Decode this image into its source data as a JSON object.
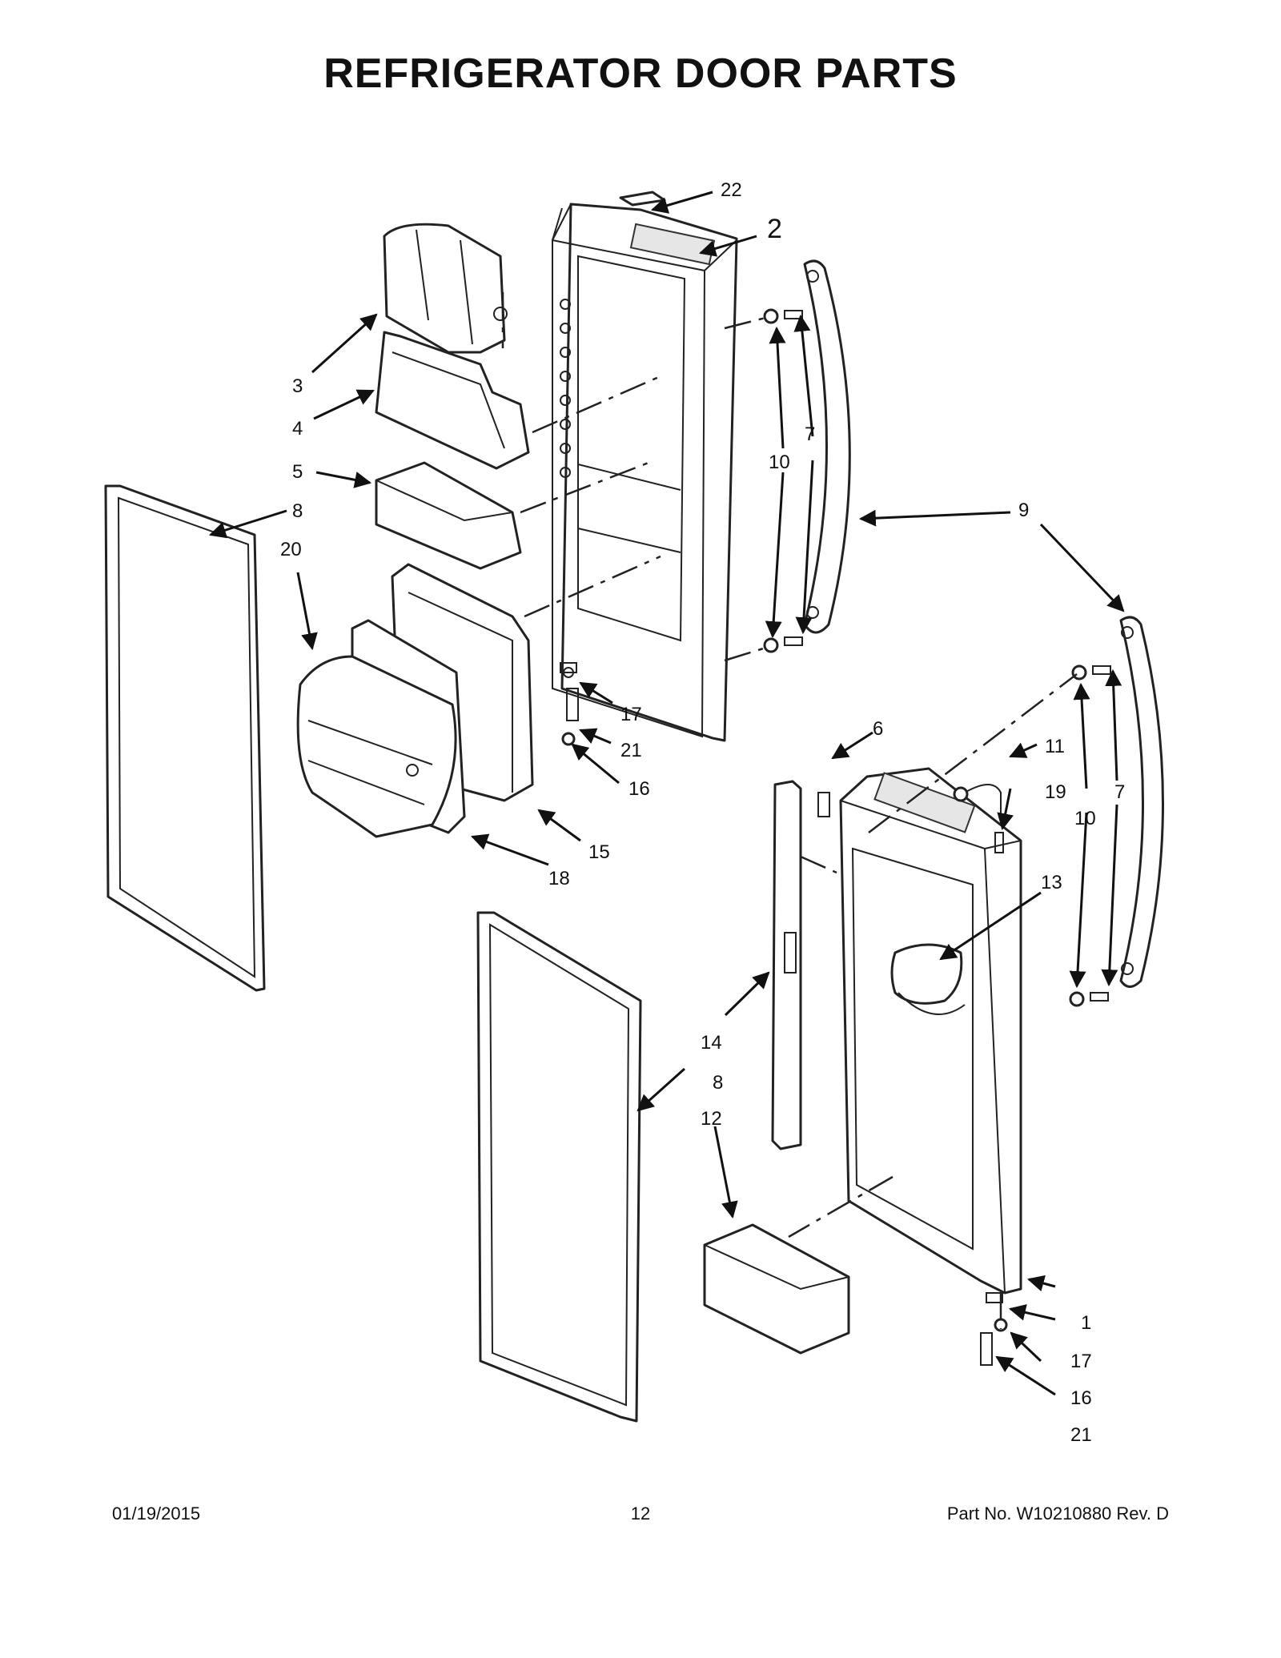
{
  "title": "REFRIGERATOR DOOR PARTS",
  "callouts": {
    "c22": "22",
    "c2": "2",
    "c3": "3",
    "c4": "4",
    "c5": "5",
    "c8a": "8",
    "c20": "20",
    "c10a": "10",
    "c7a": "7",
    "c9": "9",
    "c17a": "17",
    "c21a": "21",
    "c16a": "16",
    "c15": "15",
    "c18": "18",
    "c6": "6",
    "c11": "11",
    "c19": "19",
    "c10b": "10",
    "c7b": "7",
    "c13": "13",
    "c14": "14",
    "c8b": "8",
    "c12": "12",
    "c1": "1",
    "c17b": "17",
    "c16b": "16",
    "c21b": "21"
  },
  "footer": {
    "date": "01/19/2015",
    "page": "12",
    "part": "Part No.  W10210880  Rev.  D"
  }
}
